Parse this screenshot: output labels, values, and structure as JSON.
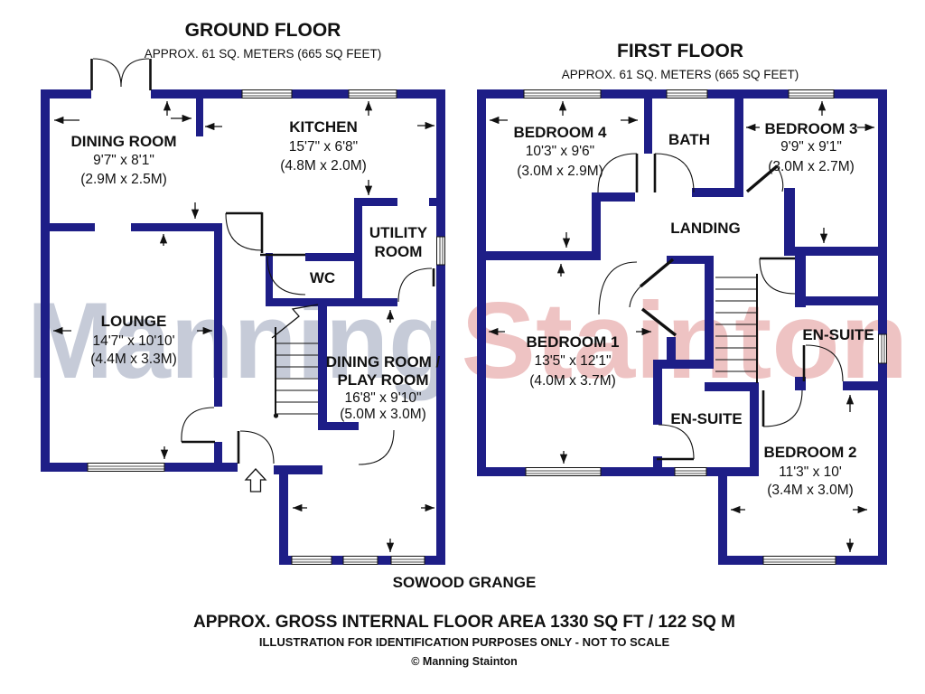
{
  "colors": {
    "wall": "#1e1e87",
    "line": "#111111",
    "watermark_left": "#c6cbd8",
    "watermark_right": "#eec3c3"
  },
  "watermark": {
    "left": "Manning",
    "right": "Stainton"
  },
  "ground_floor": {
    "title": "GROUND FLOOR",
    "area": "APPROX. 61 SQ. METERS (665 SQ FEET)",
    "dining_room": {
      "name": "DINING ROOM",
      "imperial": "9'7\" x 8'1\"",
      "metric": "(2.9M x 2.5M)"
    },
    "kitchen": {
      "name": "KITCHEN",
      "imperial": "15'7\" x 6'8\"",
      "metric": "(4.8M x 2.0M)"
    },
    "utility_room": {
      "line1": "UTILITY",
      "line2": "ROOM"
    },
    "wc": {
      "name": "WC"
    },
    "lounge": {
      "name": "LOUNGE",
      "imperial": "14'7\" x 10'10'",
      "metric": "(4.4M x 3.3M)"
    },
    "dining_play_room": {
      "line1": "DINING ROOM /",
      "line2": "PLAY ROOM",
      "imperial": "16'8\" x 9'10\"",
      "metric": "(5.0M x 3.0M)"
    }
  },
  "first_floor": {
    "title": "FIRST FLOOR",
    "area": "APPROX. 61 SQ. METERS (665 SQ FEET)",
    "bedroom4": {
      "name": "BEDROOM 4",
      "imperial": "10'3\" x 9'6\"",
      "metric": "(3.0M x 2.9M)"
    },
    "bath": {
      "name": "BATH"
    },
    "bedroom3": {
      "name": "BEDROOM 3",
      "imperial": "9'9\" x 9'1\"",
      "metric": "(3.0M x 2.7M)"
    },
    "landing": {
      "name": "LANDING"
    },
    "bedroom1": {
      "name": "BEDROOM 1",
      "imperial": "13'5\" x 12'1\"",
      "metric": "(4.0M x 3.7M)"
    },
    "ensuite_middle": {
      "name": "EN-SUITE"
    },
    "ensuite_right": {
      "name": "EN-SUITE"
    },
    "bedroom2": {
      "name": "BEDROOM 2",
      "imperial": "11'3\" x 10'",
      "metric": "(3.4M x 3.0M)"
    }
  },
  "footer": {
    "property_name": "SOWOOD GRANGE",
    "gross_area": "APPROX. GROSS INTERNAL FLOOR AREA 1330 SQ FT / 122 SQ M",
    "disclaimer": "ILLUSTRATION FOR IDENTIFICATION PURPOSES ONLY - NOT TO SCALE",
    "copyright": "© Manning Stainton"
  }
}
